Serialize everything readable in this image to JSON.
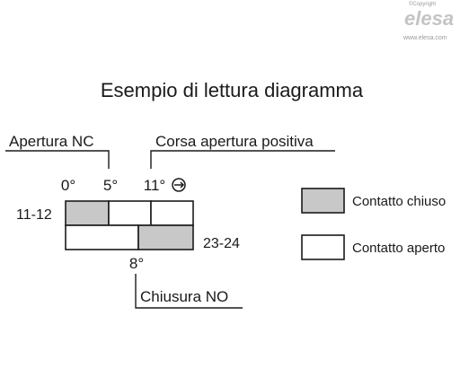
{
  "watermark": {
    "copyright": "©Copyright",
    "logo": "elesa",
    "url": "www.elesa.com"
  },
  "title": "Esempio di lettura diagramma",
  "labels": {
    "apertura_nc": "Apertura NC",
    "corsa_apertura_positiva": "Corsa apertura positiva",
    "chiusura_no": "Chiusura NO"
  },
  "angles": {
    "a0": "0°",
    "a5": "5°",
    "a11": "11°",
    "a8": "8°"
  },
  "contacts": {
    "row1": "11-12",
    "row2": "23-24"
  },
  "legend": {
    "closed": "Contatto chiuso",
    "open": "Contatto aperto"
  },
  "colors": {
    "closed_fill": "#c8c8c8",
    "open_fill": "#ffffff",
    "ink": "#1a1a1a"
  },
  "icons": {
    "positive_opening": "positive-opening-symbol-icon"
  }
}
